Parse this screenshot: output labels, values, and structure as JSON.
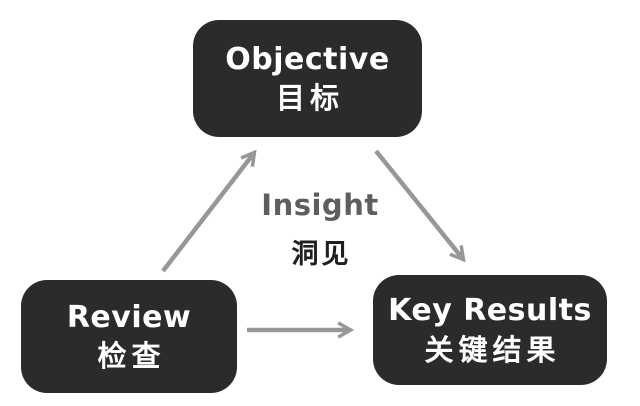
{
  "diagram": {
    "title": "OKR cycle diagram",
    "nodes": {
      "objective": {
        "en": "Objective",
        "zh": "目标"
      },
      "review": {
        "en": "Review",
        "zh": "检查"
      },
      "key_results": {
        "en": "Key Results",
        "zh": "关键结果"
      }
    },
    "center_label": {
      "en": "Insight",
      "zh": "洞见"
    },
    "edges": [
      {
        "from": "review",
        "to": "objective"
      },
      {
        "from": "objective",
        "to": "key_results"
      },
      {
        "from": "review",
        "to": "key_results"
      }
    ],
    "colors": {
      "background": "#ffffff",
      "node_bg": "#2b2b2b",
      "node_text": "#ffffff",
      "arrow": "#979797",
      "center_label_en": "#5e5e5e",
      "center_label_zh": "#1f1f1f"
    }
  }
}
